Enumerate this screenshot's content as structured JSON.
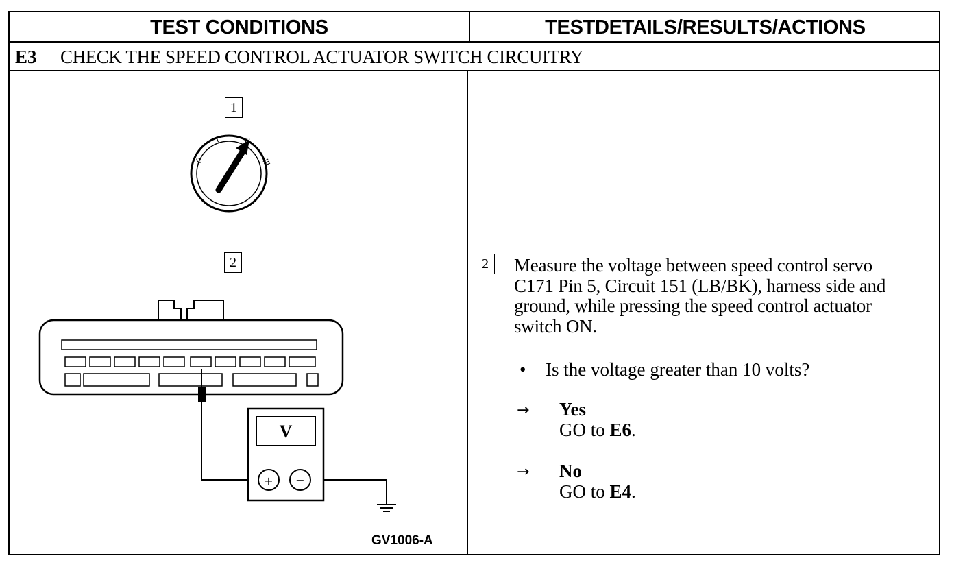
{
  "headers": {
    "left": "TEST CONDITIONS",
    "right": "TESTDETAILS/RESULTS/ACTIONS"
  },
  "step": {
    "code": "E3",
    "title": "CHECK THE SPEED CONTROL ACTUATOR SWITCH CIRCUITRY"
  },
  "figure": {
    "callout_1": "1",
    "callout_2": "2",
    "ignition_positions": [
      "0",
      "I",
      "II",
      "III"
    ],
    "meter_label": "V",
    "plus_label": "+",
    "minus_label": "−",
    "figure_id": "GV1006-A"
  },
  "details": {
    "callout": "2",
    "instruction_lines": [
      "Measure the voltage between speed control servo",
      "C171 Pin 5, Circuit 151 (LB/BK), harness side and",
      "ground, while pressing the speed control actuator",
      "switch ON."
    ],
    "bullet": "•",
    "question": "Is the voltage greater than 10 volts?",
    "arrow": "→",
    "yes_label": "Yes",
    "yes_action_prefix": "GO to ",
    "yes_target": "E6",
    "no_label": "No",
    "no_action_prefix": "GO to ",
    "no_target": "E4",
    "period": "."
  }
}
